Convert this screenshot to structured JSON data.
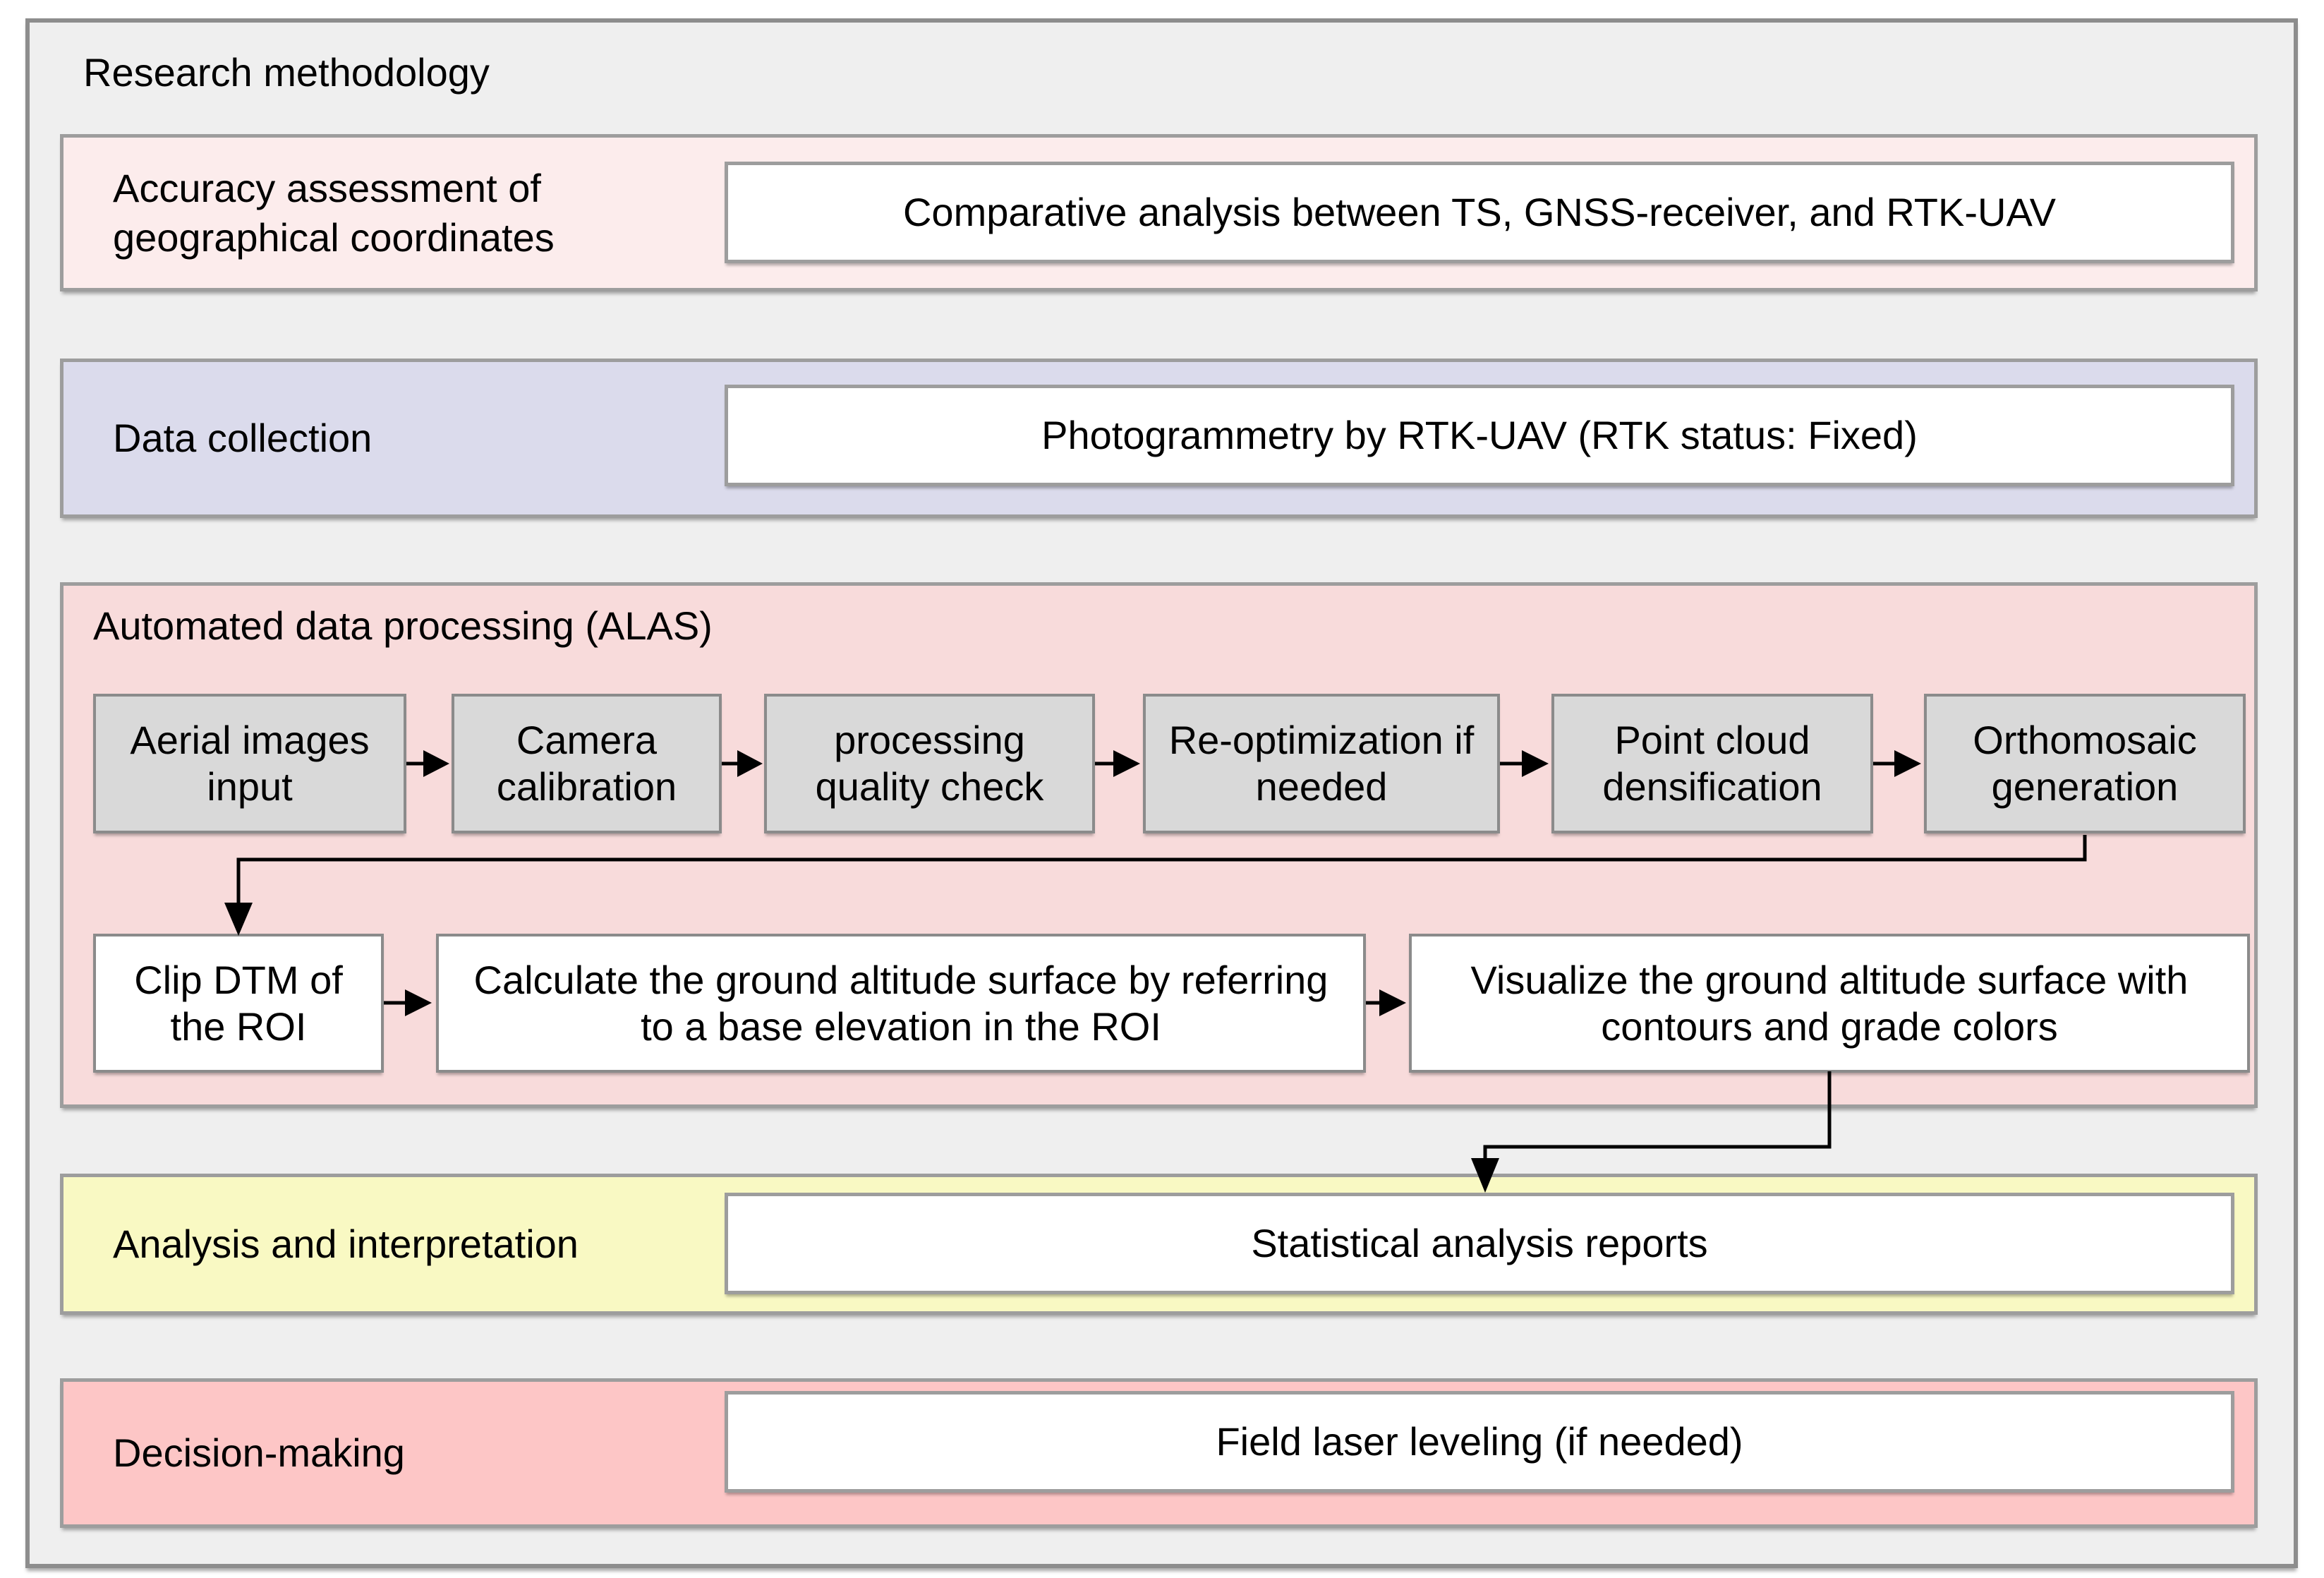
{
  "title": "Research methodology",
  "colors": {
    "page_bg": "#ffffff",
    "frame_bg": "#efefef",
    "accuracy_bg": "#fcecec",
    "data_collection_bg": "#dbdbec",
    "alas_bg": "#f8dbdb",
    "analysis_bg": "#f9f9c3",
    "decision_bg": "#fdc6c6",
    "process_box_bg": "#d9d9d9",
    "output_box_bg": "#ffffff",
    "arrow_color": "#000000"
  },
  "sections": {
    "accuracy": {
      "label_lines": [
        "Accuracy assessment of",
        "geographical  coordinates"
      ],
      "output": "Comparative analysis between TS, GNSS-receiver, and RTK-UAV"
    },
    "data_collection": {
      "label": "Data collection",
      "output": "Photogrammetry by RTK-UAV (RTK status: Fixed)"
    },
    "alas": {
      "label": "Automated data processing (ALAS)",
      "pipeline": [
        "Aerial images input",
        "Camera calibration",
        "processing quality check",
        "Re-optimization if needed",
        "Point cloud densification",
        "Orthomosaic generation"
      ],
      "second_row": [
        "Clip DTM of the ROI",
        "Calculate the ground altitude surface by referring to a base elevation in the ROI",
        "Visualize the ground altitude surface with contours and grade colors"
      ]
    },
    "analysis": {
      "label": "Analysis and interpretation",
      "output": "Statistical analysis reports"
    },
    "decision": {
      "label": "Decision-making",
      "output": "Field laser leveling (if needed)"
    }
  }
}
